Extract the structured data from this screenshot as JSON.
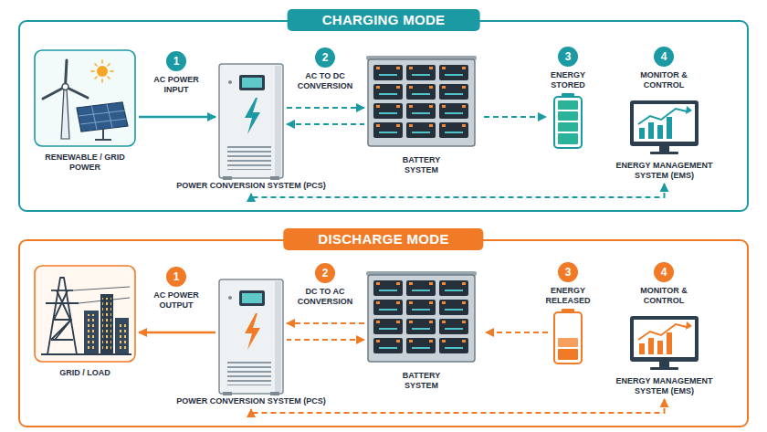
{
  "diagram": {
    "nodes": [
      {
        "text": [
          "CHARGING MODE"
        ]
      },
      {
        "text": [
          "RENEWABLE / GRID POWER"
        ],
        "in": 0
      },
      {
        "text": [
          "POWER CONVERSION SYSTEM (PCS)"
        ],
        "in": 0
      },
      {
        "text": [
          "BATTERY SYSTEM"
        ],
        "in": 0
      },
      {
        "text": [
          "ENERGY MANAGEMENT SYSTEM (EMS)"
        ],
        "in": 0
      },
      {
        "text": [
          "DISCHARGE MODE"
        ]
      },
      {
        "text": [
          "GRID / LOAD"
        ],
        "in": 5
      },
      {
        "text": [
          "POWER CONVERSION SYSTEM (PCS)"
        ],
        "in": 5
      },
      {
        "text": [
          "BATTERY SYSTEM"
        ],
        "in": 5
      },
      {
        "text": [
          "ENERGY MANAGEMENT SYSTEM (EMS)"
        ],
        "in": 5
      }
    ],
    "edges": [
      {
        "from": 1,
        "to": 2,
        "arrow": "to"
      },
      {
        "from": 2,
        "to": 3,
        "arrow": "both"
      },
      {
        "from": 4,
        "to": 2,
        "arrow": "both"
      },
      {
        "from": 7,
        "to": 6,
        "arrow": "to"
      },
      {
        "from": 8,
        "to": 7,
        "arrow": "both"
      },
      {
        "from": 9,
        "to": 7,
        "arrow": "both"
      }
    ],
    "labels": [
      "1",
      "AC POWER INPUT",
      "2",
      "AC TO DC CONVERSION",
      "3",
      "ENERGY STORED",
      "4",
      "MONITOR & CONTROL",
      "1",
      "AC POWER OUTPUT",
      "2",
      "DC TO AC CONVERSION",
      "3",
      "ENERGY RELEASED",
      "4",
      "MONITOR & CONTROL"
    ]
  }
}
